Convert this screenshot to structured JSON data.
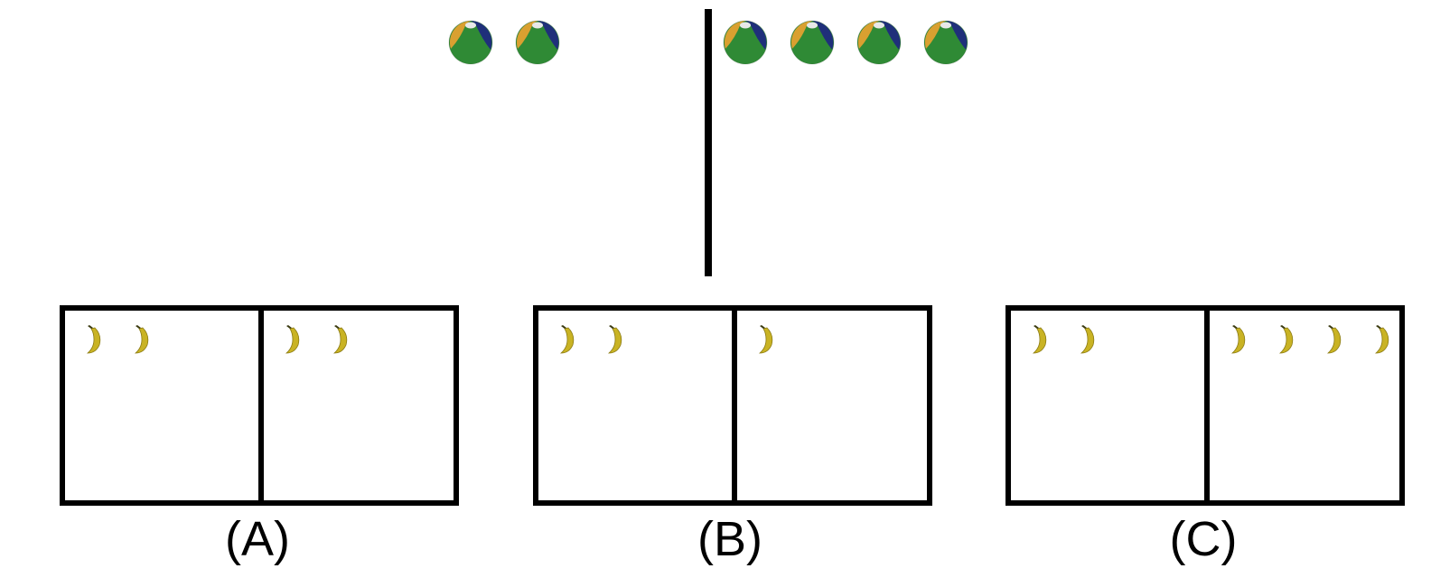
{
  "top": {
    "left_group": {
      "icon": "beach-ball",
      "count": 2
    },
    "right_group": {
      "icon": "beach-ball",
      "count": 4
    },
    "ball_colors": [
      "#d9a030",
      "#2f8a35",
      "#1f2f7a",
      "#e8e8e8"
    ]
  },
  "options": [
    {
      "label": "(A)",
      "left_count": 2,
      "right_count": 2
    },
    {
      "label": "(B)",
      "left_count": 2,
      "right_count": 1
    },
    {
      "label": "(C)",
      "left_count": 2,
      "right_count": 4
    }
  ],
  "option_icon": "banana",
  "banana_color": "#c9b324"
}
